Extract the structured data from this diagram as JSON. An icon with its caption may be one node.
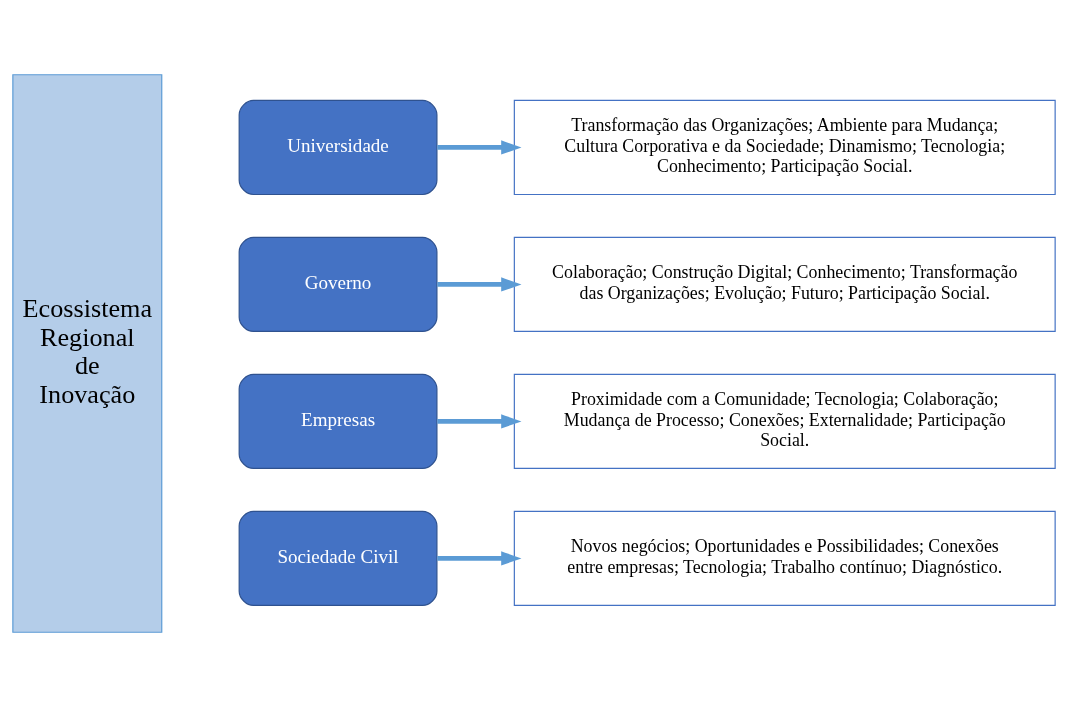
{
  "diagram": {
    "nodes": [
      {
        "text": [
          "Ecossistema Regional de Inovação"
        ]
      },
      {
        "text": [
          "Universidade"
        ]
      },
      {
        "text": [
          "Transformação das Organizações; Ambiente para Mudança; Cultura Corporativa e da Sociedade; Dinamismo; Tecnologia; Conhecimento; Participação Social."
        ]
      },
      {
        "text": [
          "Governo"
        ]
      },
      {
        "text": [
          "Colaboração; Construção Digital; Conhecimento; Transformação das Organizações; Evolução; Futuro; Participação Social."
        ]
      },
      {
        "text": [
          "Empresas"
        ]
      },
      {
        "text": [
          "Proximidade com a Comunidade; Tecnologia; Colaboração; Mudança de Processo; Conexões; Externalidade; Participação Social."
        ]
      },
      {
        "text": [
          "Sociedade Civil"
        ]
      },
      {
        "text": [
          "Novos negócios; Oportunidades e Possibilidades; Conexões entre empresas; Tecnologia; Trabalho contínuo; Diagnóstico."
        ]
      }
    ],
    "edges": [
      {
        "from": 1,
        "to": 2,
        "arrow": "to"
      },
      {
        "from": 3,
        "to": 4,
        "arrow": "to"
      },
      {
        "from": 5,
        "to": 6,
        "arrow": "to"
      },
      {
        "from": 7,
        "to": 8,
        "arrow": "to"
      }
    ]
  }
}
